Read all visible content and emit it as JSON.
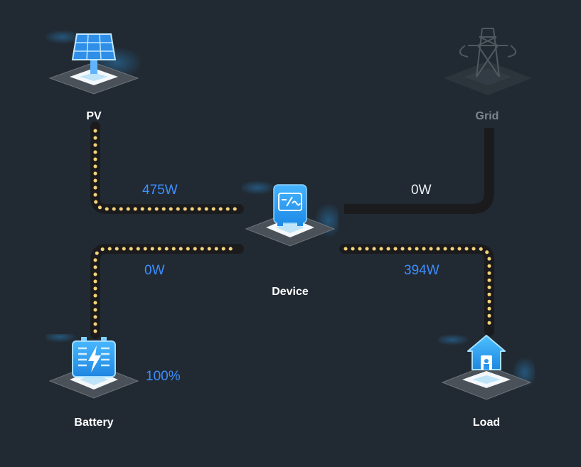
{
  "nodes": {
    "pv": {
      "label": "PV"
    },
    "grid": {
      "label": "Grid"
    },
    "device": {
      "label": "Device"
    },
    "battery": {
      "label": "Battery",
      "soc": "100%"
    },
    "load": {
      "label": "Load"
    }
  },
  "flows": {
    "pv_to_device": "475W",
    "grid_to_device": "0W",
    "battery_to_device": "0W",
    "device_to_load": "394W"
  },
  "colors": {
    "background": "#212a33",
    "flow_dots": "#f2d37a",
    "line": "#1b1b1d",
    "value_blue": "#3d8eff",
    "icon_blue": "#2fa8ff"
  },
  "icons": {
    "pv": "solar-panel-icon",
    "grid": "transmission-tower-icon",
    "device": "inverter-icon",
    "battery": "battery-charging-icon",
    "load": "house-icon"
  }
}
